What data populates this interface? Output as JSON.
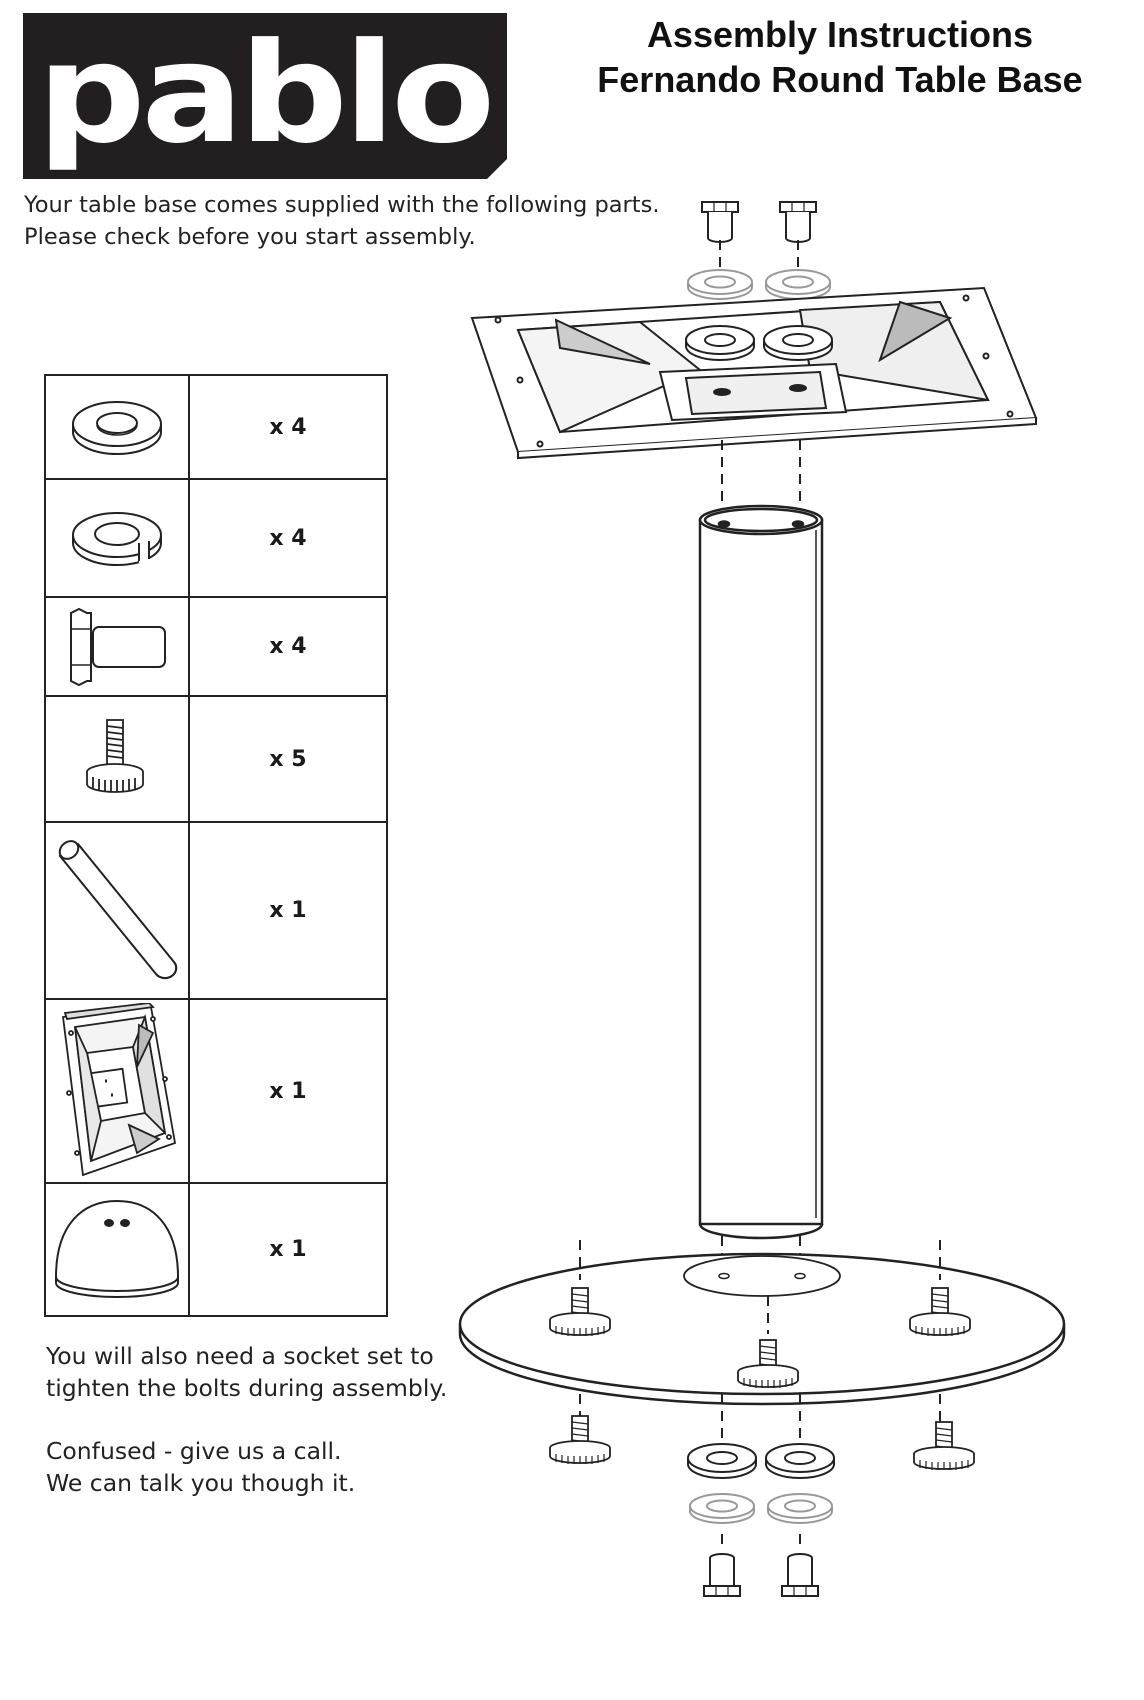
{
  "brand": {
    "logo_text": "pablo"
  },
  "header": {
    "title_line1": "Assembly Instructions",
    "title_line2": "Fernando Round Table Base"
  },
  "intro": {
    "line1": "Your table base comes supplied with the following parts.",
    "line2": "Please check before you start assembly."
  },
  "parts": [
    {
      "icon": "flat-washer-icon",
      "quantity": "x 4"
    },
    {
      "icon": "spring-washer-icon",
      "quantity": "x 4"
    },
    {
      "icon": "hex-bolt-icon",
      "quantity": "x 4"
    },
    {
      "icon": "leveling-foot-icon",
      "quantity": "x 5"
    },
    {
      "icon": "column-tube-icon",
      "quantity": "x 1"
    },
    {
      "icon": "top-plate-icon",
      "quantity": "x 1"
    },
    {
      "icon": "round-base-icon",
      "quantity": "x 1"
    }
  ],
  "notes": {
    "socket_line1": "You will also need a socket set to",
    "socket_line2": "tighten the bolts during assembly.",
    "help_line1": "Confused - give us a call.",
    "help_line2": "We can talk you though it."
  }
}
